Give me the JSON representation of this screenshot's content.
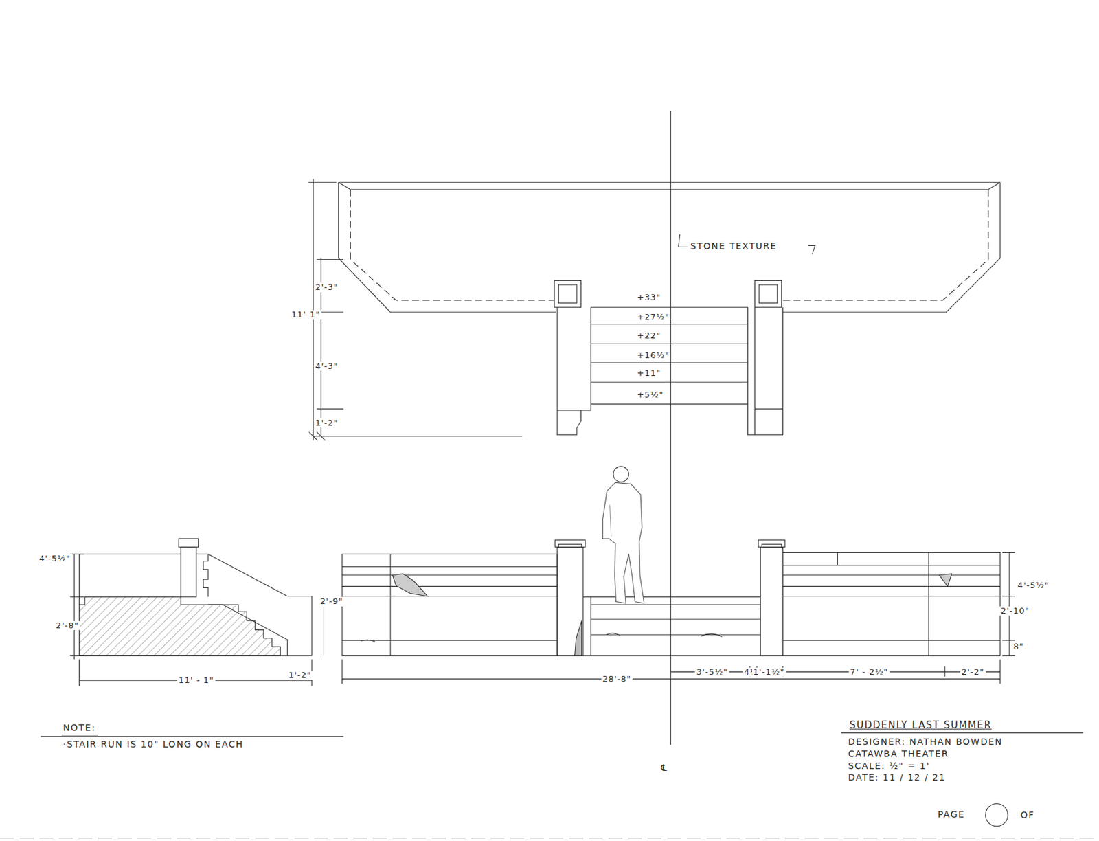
{
  "diagram": {
    "title": "SUDDENLY LAST SUMMER",
    "labels": [
      "STONE TEXTURE",
      "+33\"",
      "+27½\"",
      "+22\"",
      "+16½\"",
      "+11\"",
      "+5½\"",
      "2'-3\"",
      "11'-1\"",
      "4'-3\"",
      "1'-2\"",
      "4'-5½\"",
      "2'-8\"",
      "2'-9\"",
      "11' - 1\"",
      "1'-2\"",
      "28'-8\"",
      "3'-5½\"",
      "4½\"",
      "1'-1½\"",
      "7' - 2½\"",
      "2'-2\"",
      "4'-5½\"",
      "2'-10\"",
      "8\"",
      "NOTE:",
      "·STAIR RUN IS 10\" LONG ON EACH",
      "DESIGNER: NATHAN BOWDEN",
      "CATAWBA THEATER",
      "SCALE: ½\" = 1'",
      "DATE: 11 / 12 / 21",
      "PAGE",
      "OF",
      "℄"
    ]
  }
}
